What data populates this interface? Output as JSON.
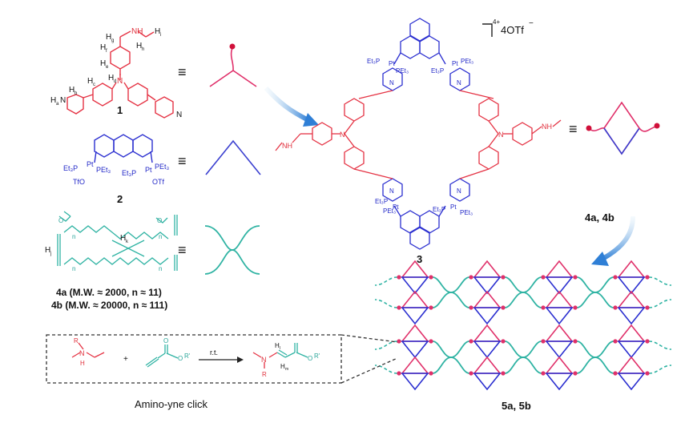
{
  "colors": {
    "red": "#e53344",
    "blue": "#2b2fd0",
    "teal": "#2fb3a3",
    "pink": "#e0306a",
    "arrow": "#3a8fd8",
    "dark": "#222222"
  },
  "compound1": {
    "number": "1",
    "atoms": {
      "ha": "H",
      "hb": "H",
      "hc": "H",
      "hd": "H",
      "he": "H",
      "hf": "H",
      "hg": "H",
      "hh": "H",
      "hi": "H",
      "sub_a": "a",
      "sub_b": "b",
      "sub_c": "c",
      "sub_d": "d",
      "sub_e": "e",
      "sub_f": "f",
      "sub_g": "g",
      "sub_h": "h",
      "sub_i": "i",
      "nh": "NH",
      "n_center": "N",
      "n_left": "N",
      "n_right": "N"
    }
  },
  "compound2": {
    "number": "2",
    "left_ligand": "Et₃P",
    "left_pt": "Pt",
    "left_ligand2": "PEt₃",
    "left_otf": "TfO",
    "right_ligand": "Et₃P",
    "right_pt": "Pt",
    "right_ligand2": "PEt₃",
    "right_otf": "OTf"
  },
  "compound4": {
    "hj": "H",
    "sub_j": "j",
    "hk": "H",
    "sub_k": "k",
    "n_labels": [
      "n",
      "n",
      "n",
      "n"
    ],
    "o": "O",
    "label_a": "4a (M.W. ≈ 2000, n ≈ 11)",
    "label_b": "4b (M.W. ≈ 20000, n ≈ 111)"
  },
  "compound3": {
    "number": "3",
    "counter_ion": "4OTf",
    "charge": "4+",
    "minus": "−",
    "pet3": "PEt₃",
    "et3p": "Et₃P",
    "pt": "Pt",
    "n": "N",
    "nh": "NH"
  },
  "equiv": "≡",
  "label_4ab": "4a, 4b",
  "label_5ab": "5a, 5b",
  "click": {
    "title": "Amino-yne click",
    "plus": "+",
    "condition": "r.t.",
    "r": "R",
    "r_prime": "R'",
    "h": "H",
    "nh": "N",
    "h_sub": "H",
    "o": "O",
    "m": "m",
    "l": "l"
  }
}
